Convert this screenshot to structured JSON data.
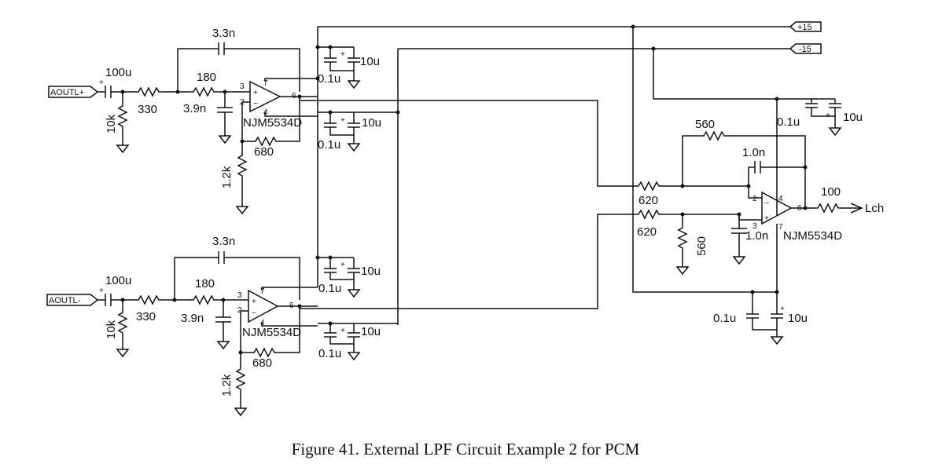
{
  "caption": "Figure 41. External LPF Circuit Example 2 for PCM",
  "ports": {
    "aoutl_plus": "AOUTL+",
    "aoutl_minus": "AOUTL-",
    "rail_positive": "+15",
    "rail_negative": "-15",
    "output": "Lch"
  },
  "upper_stage": {
    "c_input": "100u",
    "r_series": "330",
    "r_shunt": "10k",
    "r_180": "180",
    "c_3n9": "3.9n",
    "c_3n3": "3.3n",
    "r_680": "680",
    "r_1k2": "1.2k",
    "opamp": "NJM5534D",
    "pins": [
      "3",
      "2",
      "7",
      "4",
      "6"
    ],
    "decoupling": [
      "10u",
      "0.1u",
      "10u",
      "0.1u"
    ]
  },
  "lower_stage": {
    "c_input": "100u",
    "r_series": "330",
    "r_shunt": "10k",
    "r_180": "180",
    "c_3n9": "3.9n",
    "c_3n3": "3.3n",
    "r_680": "680",
    "r_1k2": "1.2k",
    "opamp": "NJM5534D",
    "pins": [
      "3",
      "2",
      "7",
      "4",
      "6"
    ],
    "decoupling": [
      "10u",
      "0.1u",
      "10u",
      "0.1u"
    ]
  },
  "diff_stage": {
    "r_in_top": "620",
    "r_in_bottom": "620",
    "r_feedback": "560",
    "r_ground": "560",
    "c_feedback": "1.0n",
    "c_input": "1.0n",
    "r_out": "100",
    "opamp": "NJM5534D",
    "pins": [
      "2",
      "4",
      "3",
      "7",
      "6"
    ],
    "decoupling": [
      "0.1u",
      "10u",
      "0.1u",
      "10u"
    ]
  }
}
